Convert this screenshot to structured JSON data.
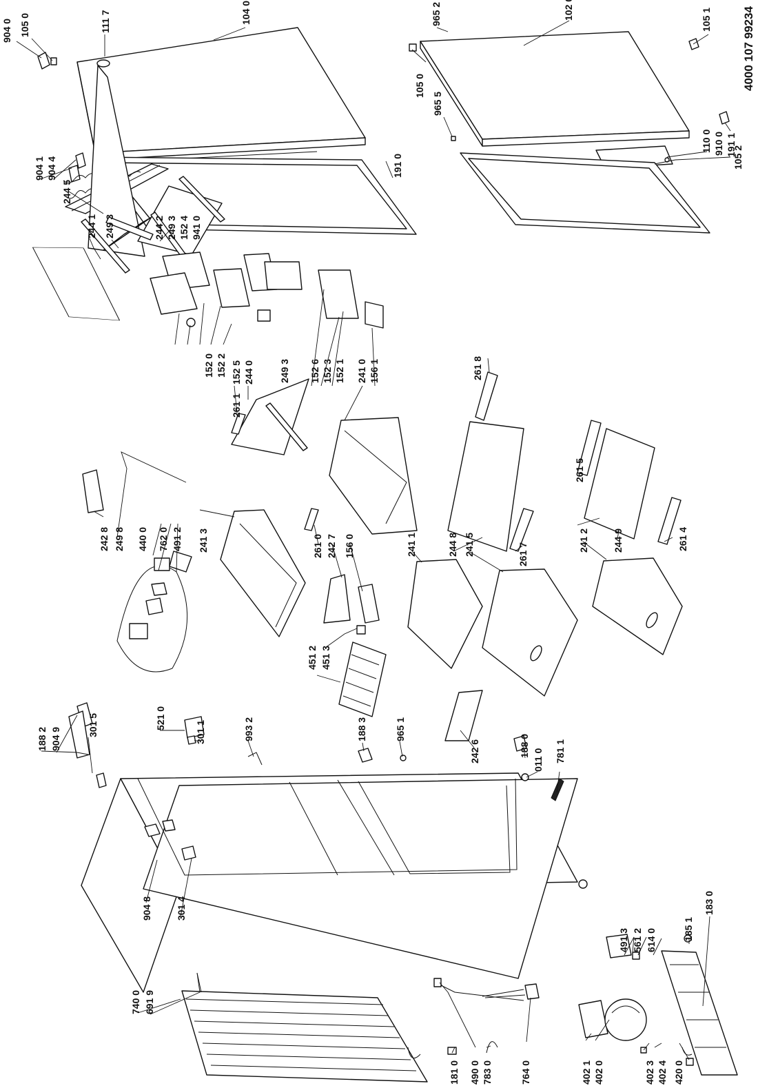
{
  "document_number": "4000 107 99234",
  "part_labels": [
    "904 0",
    "105 0",
    "111 7",
    "104 0",
    "904 1",
    "904 4",
    "191 0",
    "965 2",
    "102 0",
    "105 1",
    "105 0",
    "965 5",
    "110 0",
    "910 0",
    "191 1",
    "105 2",
    "244 5",
    "244 1",
    "249 3",
    "244 2",
    "249 3",
    "152 4",
    "941 0",
    "152 0",
    "152 2",
    "152 5",
    "261 1",
    "244 0",
    "249 3",
    "152 6",
    "152 3",
    "152 1",
    "241 0",
    "156 1",
    "261 8",
    "242 8",
    "249 8",
    "241 3",
    "440 0",
    "762 0",
    "491 2",
    "261 0",
    "242 7",
    "156 0",
    "241 1",
    "244 8",
    "241 5",
    "261 7",
    "261 5",
    "244 9",
    "261 4",
    "241 2",
    "451 3",
    "451 2",
    "188 2",
    "904 9",
    "301 5",
    "521 0",
    "301 1",
    "993 2",
    "188 3",
    "965 1",
    "242 6",
    "188 0",
    "011 0",
    "781 1",
    "904 8",
    "301 4",
    "491 3",
    "561 2",
    "614 0",
    "185 1",
    "183 0",
    "740 0",
    "691 9",
    "181 0",
    "490 0",
    "783 0",
    "764 0",
    "402 1",
    "402 0",
    "402 3",
    "402 4",
    "420 0"
  ]
}
